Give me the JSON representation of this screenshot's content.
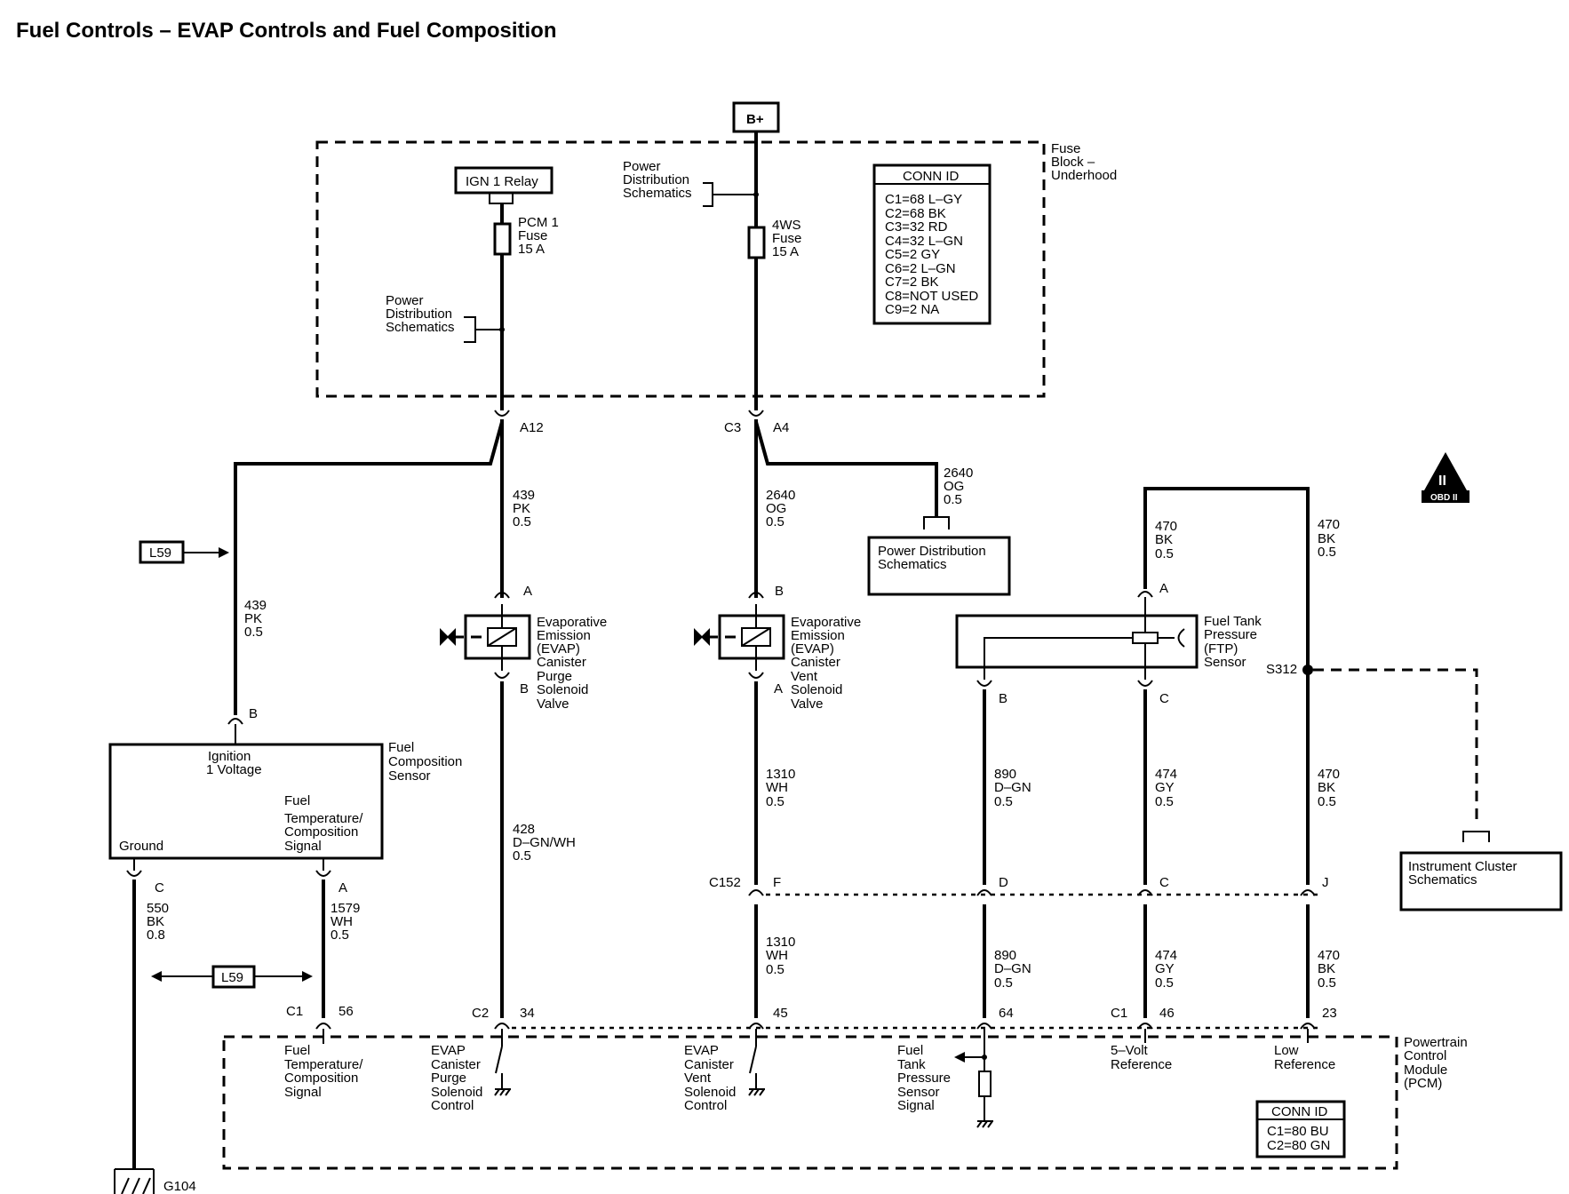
{
  "title": "Fuel Controls – EVAP Controls and Fuel Composition",
  "power_source": "B+",
  "fuse_block": [
    "Fuse",
    "Block –",
    "Underhood"
  ],
  "ign_relay": "IGN 1 Relay",
  "pcm1_fuse": [
    "PCM 1",
    "Fuse",
    "15 A"
  ],
  "fws_fuse": [
    "4WS",
    "Fuse",
    "15 A"
  ],
  "power_dist": [
    "Power",
    "Distribution",
    "Schematics"
  ],
  "power_dist_box": [
    "Power Distribution",
    "Schematics"
  ],
  "instrument_box": [
    "Instrument Cluster",
    "Schematics"
  ],
  "conn_id_top": {
    "header": "CONN ID",
    "rows": [
      "C1=68 L–GY",
      "C2=68 BK",
      "C3=32 RD",
      "C4=32 L–GN",
      "C5=2 GY",
      "C6=2 L–GN",
      "C7=2 BK",
      "C8=NOT USED",
      "C9=2 NA"
    ]
  },
  "conn_id_pcm": {
    "header": "CONN ID",
    "rows": [
      "C1=80 BU",
      "C2=80 GN"
    ]
  },
  "obd_badge": "OBD II",
  "obd_roman": "II",
  "pins": {
    "a12": "A12",
    "c3": "C3",
    "a4": "A4",
    "purge_a": "A",
    "purge_b": "B",
    "vent_b": "B",
    "vent_a": "A",
    "ftp_a": "A",
    "ftp_b": "B",
    "ftp_c": "C",
    "fcs_b": "B",
    "fcs_c": "C",
    "fcs_a": "A",
    "c152": "C152",
    "c152_f": "F",
    "c152_d": "D",
    "c152_c": "C",
    "c152_j": "J",
    "c1_left": "C1",
    "p56": "56",
    "c2": "C2",
    "p34": "34",
    "p45": "45",
    "p64": "64",
    "c1_right": "C1",
    "p46": "46",
    "p23": "23"
  },
  "splice": "S312",
  "ground": "G104",
  "l59": "L59",
  "wires": {
    "w439_upper": [
      "439",
      "PK",
      "0.5"
    ],
    "w439_left": [
      "439",
      "PK",
      "0.5"
    ],
    "w2640_mid": [
      "2640",
      "OG",
      "0.5"
    ],
    "w2640_right": [
      "2640",
      "OG",
      "0.5"
    ],
    "w470_top_left": [
      "470",
      "BK",
      "0.5"
    ],
    "w470_top_right": [
      "470",
      "BK",
      "0.5"
    ],
    "w428": [
      "428",
      "D–GN/WH",
      "0.5"
    ],
    "w1310_up": [
      "1310",
      "WH",
      "0.5"
    ],
    "w1310_low": [
      "1310",
      "WH",
      "0.5"
    ],
    "w890_up": [
      "890",
      "D–GN",
      "0.5"
    ],
    "w890_low": [
      "890",
      "D–GN",
      "0.5"
    ],
    "w474_up": [
      "474",
      "GY",
      "0.5"
    ],
    "w474_low": [
      "474",
      "GY",
      "0.5"
    ],
    "w470_mid": [
      "470",
      "BK",
      "0.5"
    ],
    "w470_low": [
      "470",
      "BK",
      "0.5"
    ],
    "w550": [
      "550",
      "BK",
      "0.8"
    ],
    "w1579": [
      "1579",
      "WH",
      "0.5"
    ]
  },
  "purge_valve": [
    "Evaporative",
    "Emission",
    "(EVAP)",
    "Canister",
    "Purge",
    "Solenoid",
    "Valve"
  ],
  "vent_valve": [
    "Evaporative",
    "Emission",
    "(EVAP)",
    "Canister",
    "Vent",
    "Solenoid",
    "Valve"
  ],
  "ftp_sensor": [
    "Fuel Tank",
    "Pressure",
    "(FTP)",
    "Sensor"
  ],
  "fcs": {
    "name": [
      "Fuel",
      "Composition",
      "Sensor"
    ],
    "ignition": [
      "Ignition",
      "1 Voltage"
    ],
    "ground": "Ground",
    "signal": [
      "Fuel",
      "Temperature/",
      "Composition",
      "Signal"
    ]
  },
  "pcm": {
    "name": [
      "Powertrain",
      "Control",
      "Module",
      "(PCM)"
    ],
    "fuel_temp": [
      "Fuel",
      "Temperature/",
      "Composition",
      "Signal"
    ],
    "purge": [
      "EVAP",
      "Canister",
      "Purge",
      "Solenoid",
      "Control"
    ],
    "vent": [
      "EVAP",
      "Canister",
      "Vent",
      "Solenoid",
      "Control"
    ],
    "ftp": [
      "Fuel",
      "Tank",
      "Pressure",
      "Sensor",
      "Signal"
    ],
    "ref5": [
      "5–Volt",
      "Reference"
    ],
    "lowref": [
      "Low",
      "Reference"
    ]
  }
}
